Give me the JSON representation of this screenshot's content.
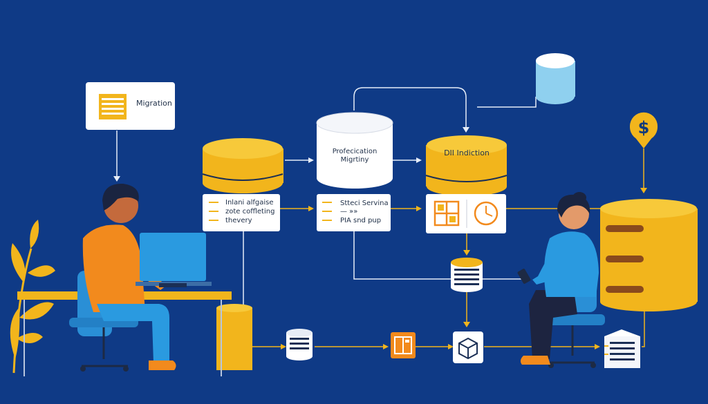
{
  "colors": {
    "background": "#0f3a86",
    "accent": "#f2b51c",
    "accent_dark": "#c98f0f",
    "flow_line": "#f2b51c",
    "flow_line_light": "#e6edf8",
    "card": "#ffffff",
    "person_left_shirt": "#f28a1d",
    "person_right_shirt": "#2a9ae0",
    "pants": "#2a8fd6",
    "light_db": "#8fd0ef"
  },
  "nodes": {
    "migration_card": {
      "label": "Migration",
      "icon": "document-lines-icon"
    },
    "center_db": {
      "line1": "Profecication",
      "line2": "Migrtiny"
    },
    "right_db": {
      "label": "DII Indiction"
    },
    "left_panel": {
      "line1": "Inlani alfgaise",
      "line2": "zote coffleting",
      "line3": "thevery"
    },
    "center_panel": {
      "line1": "Stteci Servina",
      "line2": "— »»",
      "line3": "PIA snd pup"
    },
    "right_panel": {
      "icon_left": "grid-icon",
      "icon_right": "clock-icon"
    },
    "money_pin": {
      "symbol": "$",
      "icon": "dollar-pin-icon"
    }
  },
  "people": [
    {
      "name": "developer-at-desk",
      "activity": "laptop"
    },
    {
      "name": "analyst-with-phone",
      "activity": "phone"
    }
  ]
}
